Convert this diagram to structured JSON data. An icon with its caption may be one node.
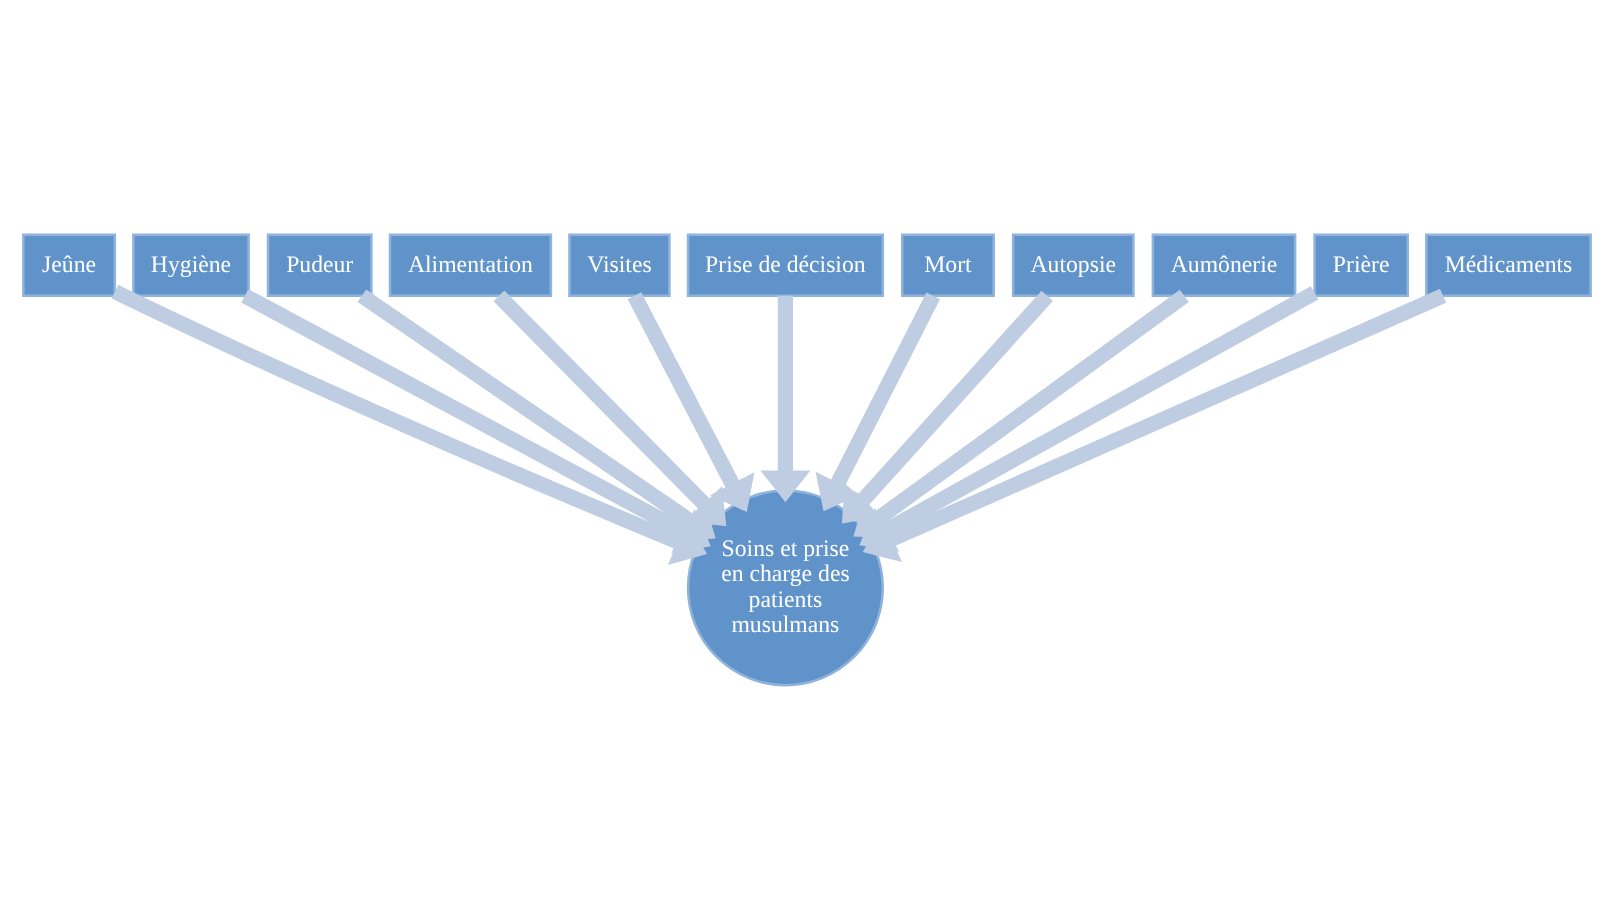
{
  "diagram": {
    "nodes": [
      {
        "text": [
          "Jeûne"
        ]
      },
      {
        "text": [
          "Hygiène"
        ]
      },
      {
        "text": [
          "Pudeur"
        ]
      },
      {
        "text": [
          "Alimentation"
        ]
      },
      {
        "text": [
          "Visites"
        ]
      },
      {
        "text": [
          "Prise de décision"
        ]
      },
      {
        "text": [
          "Mort"
        ]
      },
      {
        "text": [
          "Autopsie"
        ]
      },
      {
        "text": [
          "Aumônerie"
        ]
      },
      {
        "text": [
          "Prière"
        ]
      },
      {
        "text": [
          "Médicaments"
        ]
      },
      {
        "text": [
          "Soins et prise en charge des patients musulmans"
        ]
      }
    ],
    "edges": [
      {
        "from": 0,
        "to": 11,
        "arrow": "to"
      },
      {
        "from": 1,
        "to": 11,
        "arrow": "to"
      },
      {
        "from": 2,
        "to": 11,
        "arrow": "to"
      },
      {
        "from": 3,
        "to": 11,
        "arrow": "to"
      },
      {
        "from": 4,
        "to": 11,
        "arrow": "to"
      },
      {
        "from": 5,
        "to": 11,
        "arrow": "to"
      },
      {
        "from": 6,
        "to": 11,
        "arrow": "to"
      },
      {
        "from": 7,
        "to": 11,
        "arrow": "to"
      },
      {
        "from": 8,
        "to": 11,
        "arrow": "to"
      },
      {
        "from": 9,
        "to": 11,
        "arrow": "to"
      },
      {
        "from": 10,
        "to": 11,
        "arrow": "to"
      }
    ]
  }
}
